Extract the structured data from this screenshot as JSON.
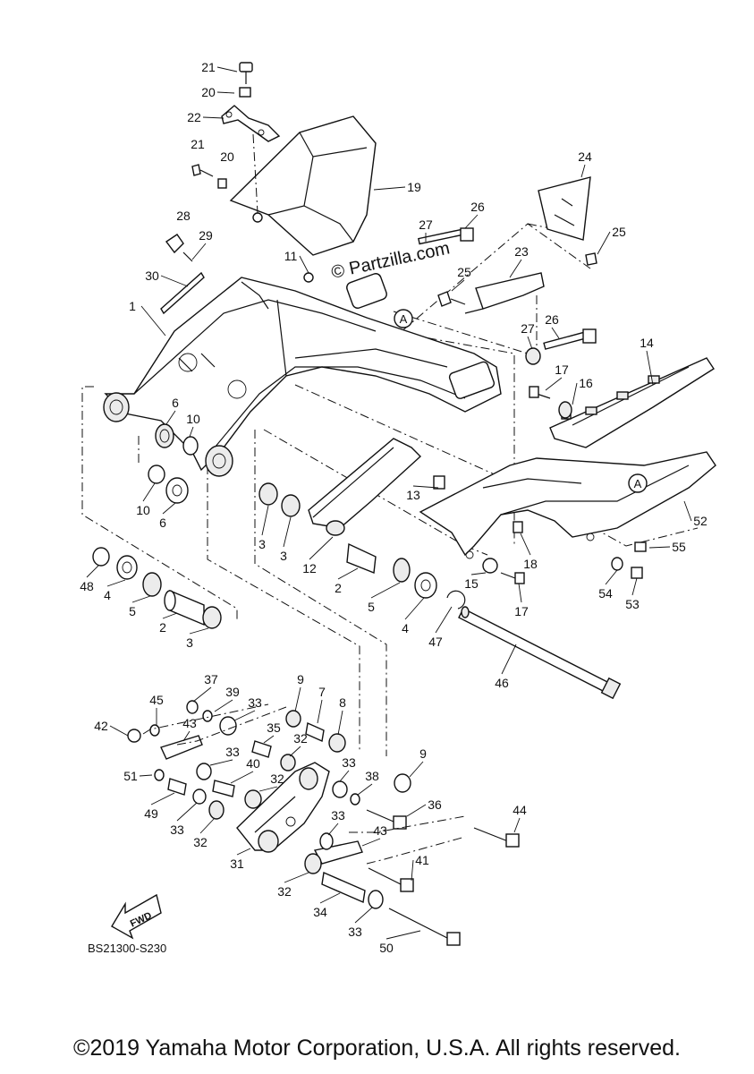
{
  "diagram": {
    "watermark": "© Partzilla.com",
    "diagram_code": "BS21300-S230",
    "fwd_label": "FWD",
    "ref_marker": "A",
    "callouts": [
      {
        "id": "c21a",
        "label": "21"
      },
      {
        "id": "c20a",
        "label": "20"
      },
      {
        "id": "c22",
        "label": "22"
      },
      {
        "id": "c21b",
        "label": "21"
      },
      {
        "id": "c20b",
        "label": "20"
      },
      {
        "id": "c19",
        "label": "19"
      },
      {
        "id": "c24",
        "label": "24"
      },
      {
        "id": "c28",
        "label": "28"
      },
      {
        "id": "c29",
        "label": "29"
      },
      {
        "id": "c27a",
        "label": "27"
      },
      {
        "id": "c26a",
        "label": "26"
      },
      {
        "id": "c25a",
        "label": "25"
      },
      {
        "id": "c11",
        "label": "11"
      },
      {
        "id": "c30",
        "label": "30"
      },
      {
        "id": "c23",
        "label": "23"
      },
      {
        "id": "c25b",
        "label": "25"
      },
      {
        "id": "c1",
        "label": "1"
      },
      {
        "id": "c27b",
        "label": "27"
      },
      {
        "id": "c26b",
        "label": "26"
      },
      {
        "id": "c14",
        "label": "14"
      },
      {
        "id": "c17a",
        "label": "17"
      },
      {
        "id": "c16",
        "label": "16"
      },
      {
        "id": "c6a",
        "label": "6"
      },
      {
        "id": "c10a",
        "label": "10"
      },
      {
        "id": "c10b",
        "label": "10"
      },
      {
        "id": "c6b",
        "label": "6"
      },
      {
        "id": "c13",
        "label": "13"
      },
      {
        "id": "c52",
        "label": "52"
      },
      {
        "id": "c3a",
        "label": "3"
      },
      {
        "id": "c3b",
        "label": "3"
      },
      {
        "id": "c12",
        "label": "12"
      },
      {
        "id": "c18",
        "label": "18"
      },
      {
        "id": "c55",
        "label": "55"
      },
      {
        "id": "c48",
        "label": "48"
      },
      {
        "id": "c4a",
        "label": "4"
      },
      {
        "id": "c5a",
        "label": "5"
      },
      {
        "id": "c2a",
        "label": "2"
      },
      {
        "id": "c3c",
        "label": "3"
      },
      {
        "id": "c2b",
        "label": "2"
      },
      {
        "id": "c5b",
        "label": "5"
      },
      {
        "id": "c4b",
        "label": "4"
      },
      {
        "id": "c47",
        "label": "47"
      },
      {
        "id": "c15",
        "label": "15"
      },
      {
        "id": "c17b",
        "label": "17"
      },
      {
        "id": "c54",
        "label": "54"
      },
      {
        "id": "c53",
        "label": "53"
      },
      {
        "id": "c46",
        "label": "46"
      },
      {
        "id": "c37",
        "label": "37"
      },
      {
        "id": "c39",
        "label": "39"
      },
      {
        "id": "c33a",
        "label": "33"
      },
      {
        "id": "c9a",
        "label": "9"
      },
      {
        "id": "c7",
        "label": "7"
      },
      {
        "id": "c45",
        "label": "45"
      },
      {
        "id": "c8",
        "label": "8"
      },
      {
        "id": "c42",
        "label": "42"
      },
      {
        "id": "c43a",
        "label": "43"
      },
      {
        "id": "c35",
        "label": "35"
      },
      {
        "id": "c32a",
        "label": "32"
      },
      {
        "id": "c33b",
        "label": "33"
      },
      {
        "id": "c33c",
        "label": "33"
      },
      {
        "id": "c40",
        "label": "40"
      },
      {
        "id": "c9b",
        "label": "9"
      },
      {
        "id": "c51",
        "label": "51"
      },
      {
        "id": "c32b",
        "label": "32"
      },
      {
        "id": "c38",
        "label": "38"
      },
      {
        "id": "c49",
        "label": "49"
      },
      {
        "id": "c36",
        "label": "36"
      },
      {
        "id": "c44",
        "label": "44"
      },
      {
        "id": "c33d",
        "label": "33"
      },
      {
        "id": "c33e",
        "label": "33"
      },
      {
        "id": "c32c",
        "label": "32"
      },
      {
        "id": "c43b",
        "label": "43"
      },
      {
        "id": "c31",
        "label": "31"
      },
      {
        "id": "c41",
        "label": "41"
      },
      {
        "id": "c32d",
        "label": "32"
      },
      {
        "id": "c34",
        "label": "34"
      },
      {
        "id": "c33f",
        "label": "33"
      },
      {
        "id": "c50",
        "label": "50"
      }
    ]
  },
  "footer": {
    "copyright": "©2019 Yamaha Motor Corporation, U.S.A. All rights reserved."
  }
}
